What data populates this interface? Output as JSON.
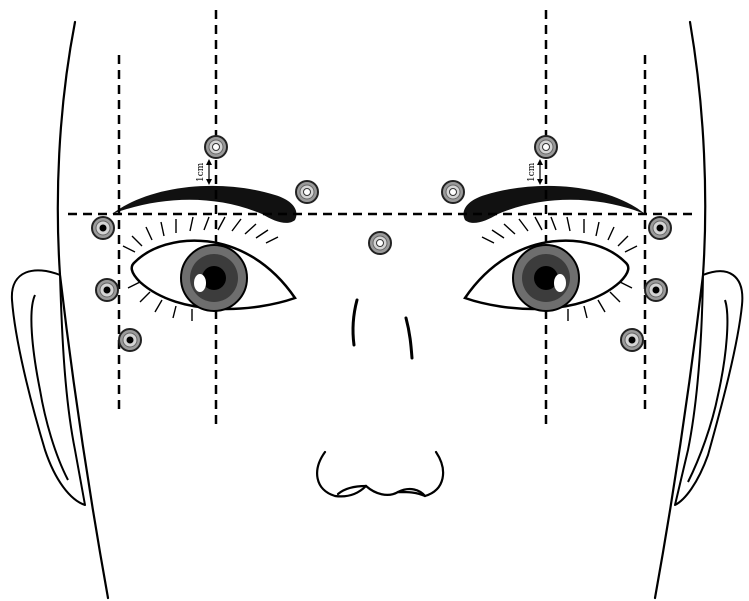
{
  "diagram": {
    "dimension_label_left": "1cm",
    "dimension_label_right": "1cm",
    "colors": {
      "line": "#000000",
      "skin": "#ffffff",
      "marker_fill": "#9a9a9a",
      "marker_ring": "#222222",
      "marker_center_white": "#ffffff",
      "marker_center_black": "#000000",
      "iris": "#6e6e6e",
      "eyebrow": "#111111"
    },
    "markers": [
      {
        "id": "upper-left",
        "center": "white"
      },
      {
        "id": "brow-left-inner",
        "center": "white"
      },
      {
        "id": "brow-right-inner",
        "center": "white"
      },
      {
        "id": "upper-right",
        "center": "white"
      },
      {
        "id": "nasion",
        "center": "white"
      },
      {
        "id": "temple-left-1",
        "center": "black"
      },
      {
        "id": "temple-left-2",
        "center": "black"
      },
      {
        "id": "temple-left-3",
        "center": "black"
      },
      {
        "id": "temple-right-1",
        "center": "black"
      },
      {
        "id": "temple-right-2",
        "center": "black"
      },
      {
        "id": "temple-right-3",
        "center": "black"
      }
    ]
  }
}
